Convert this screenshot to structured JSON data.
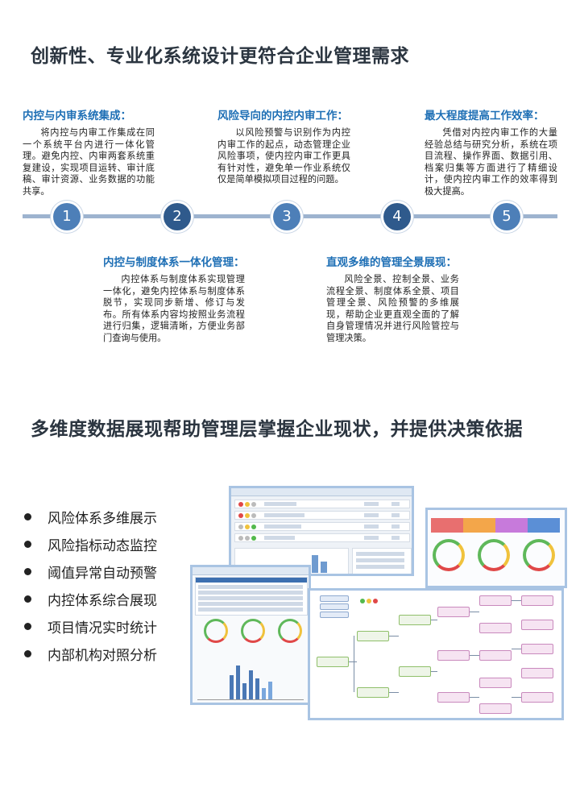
{
  "section1": {
    "title": "创新性、专业化系统设计更符合企业管理需求"
  },
  "features": [
    {
      "title": "内控与内审系统集成：",
      "body": "将内控与内审工作集成在同一个系统平台内进行一体化管理。避免内控、内审两套系统重复建设，实现项目运转、审计底稿、审计资源、业务数据的功能共享。"
    },
    {
      "title": "内控与制度体系一体化管理：",
      "body": "内控体系与制度体系实现管理一体化，避免内控体系与制度体系脱节，实现同步新增、修订与发布。所有体系内容均按照业务流程进行归集，逻辑清晰，方便业务部门查询与使用。"
    },
    {
      "title": "风险导向的内控内审工作：",
      "body": "以风险预警与识别作为内控内审工作的起点，动态管理企业风险事项，使内控内审工作更具有针对性，避免单一作业系统仅仅是简单模拟项目过程的问题。"
    },
    {
      "title": "直观多维的管理全景展现：",
      "body": "风险全景、控制全景、业务流程全景、制度体系全景、项目管理全景、风险预警的多维展现，帮助企业更直观全面的了解自身管理情况并进行风险管控与管理决策。"
    },
    {
      "title": "最大程度提高工作效率：",
      "body": "凭借对内控内审工作的大量经验总结与研究分析，系统在项目流程、操作界面、数据引用、档案归集等方面进行了精细设计，使内控内审工作的效率得到极大提高。"
    }
  ],
  "timeline": {
    "nodes": [
      "1",
      "2",
      "3",
      "4",
      "5"
    ]
  },
  "section2": {
    "title": "多维度数据展现帮助管理层掌握企业现状，并提供决策依据"
  },
  "bullets": [
    "风险体系多维展示",
    "风险指标动态监控",
    "阈值异常自动预警",
    "内控体系综合展现",
    "项目情况实时统计",
    "内部机构对照分析"
  ],
  "colors": {
    "accent_blue": "#1e6fb5",
    "node_light": "#4d7fb8",
    "node_dark": "#2f5a8c",
    "timeline": "#9db3cf",
    "title": "#2b3540"
  }
}
